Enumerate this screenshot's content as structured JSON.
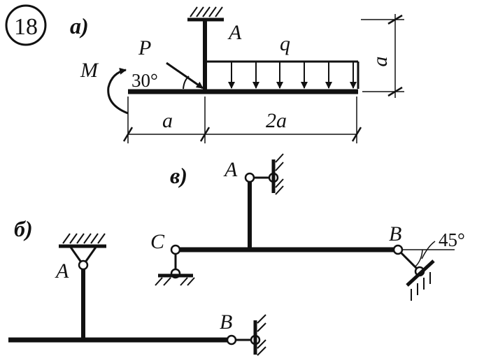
{
  "problem_number": "18",
  "part_a": {
    "label": "a)",
    "force": "P",
    "angle": "30°",
    "moment": "M",
    "support": "A",
    "load": "q",
    "dim_left": "a",
    "dim_right": "2a",
    "dim_height": "a"
  },
  "part_b": {
    "label": "б)",
    "support_a": "A",
    "support_b": "B"
  },
  "part_v": {
    "label": "в)",
    "support_a": "A",
    "support_b": "B",
    "support_c": "C",
    "angle": "45°"
  }
}
